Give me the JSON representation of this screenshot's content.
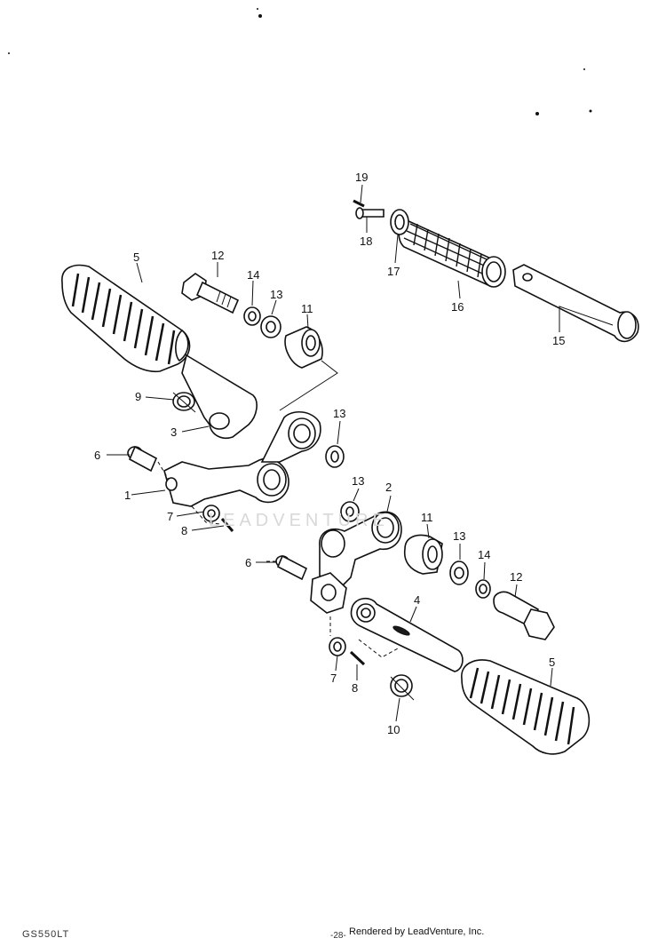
{
  "diagram": {
    "callouts": [
      {
        "label": "1"
      },
      {
        "label": "2"
      },
      {
        "label": "3"
      },
      {
        "label": "4"
      },
      {
        "label": "5"
      },
      {
        "label": "5"
      },
      {
        "label": "6"
      },
      {
        "label": "6"
      },
      {
        "label": "7"
      },
      {
        "label": "7"
      },
      {
        "label": "8"
      },
      {
        "label": "8"
      },
      {
        "label": "9"
      },
      {
        "label": "10"
      },
      {
        "label": "11"
      },
      {
        "label": "11"
      },
      {
        "label": "12"
      },
      {
        "label": "12"
      },
      {
        "label": "13"
      },
      {
        "label": "13"
      },
      {
        "label": "13"
      },
      {
        "label": "13"
      },
      {
        "label": "14"
      },
      {
        "label": "14"
      },
      {
        "label": "15"
      },
      {
        "label": "16"
      },
      {
        "label": "17"
      },
      {
        "label": "18"
      },
      {
        "label": "19"
      }
    ]
  },
  "footer": {
    "model_code": "GS550LT",
    "page_number": "-28-",
    "credit": "Rendered by LeadVenture, Inc."
  },
  "watermark": {
    "text": "LEADVENTURE"
  }
}
